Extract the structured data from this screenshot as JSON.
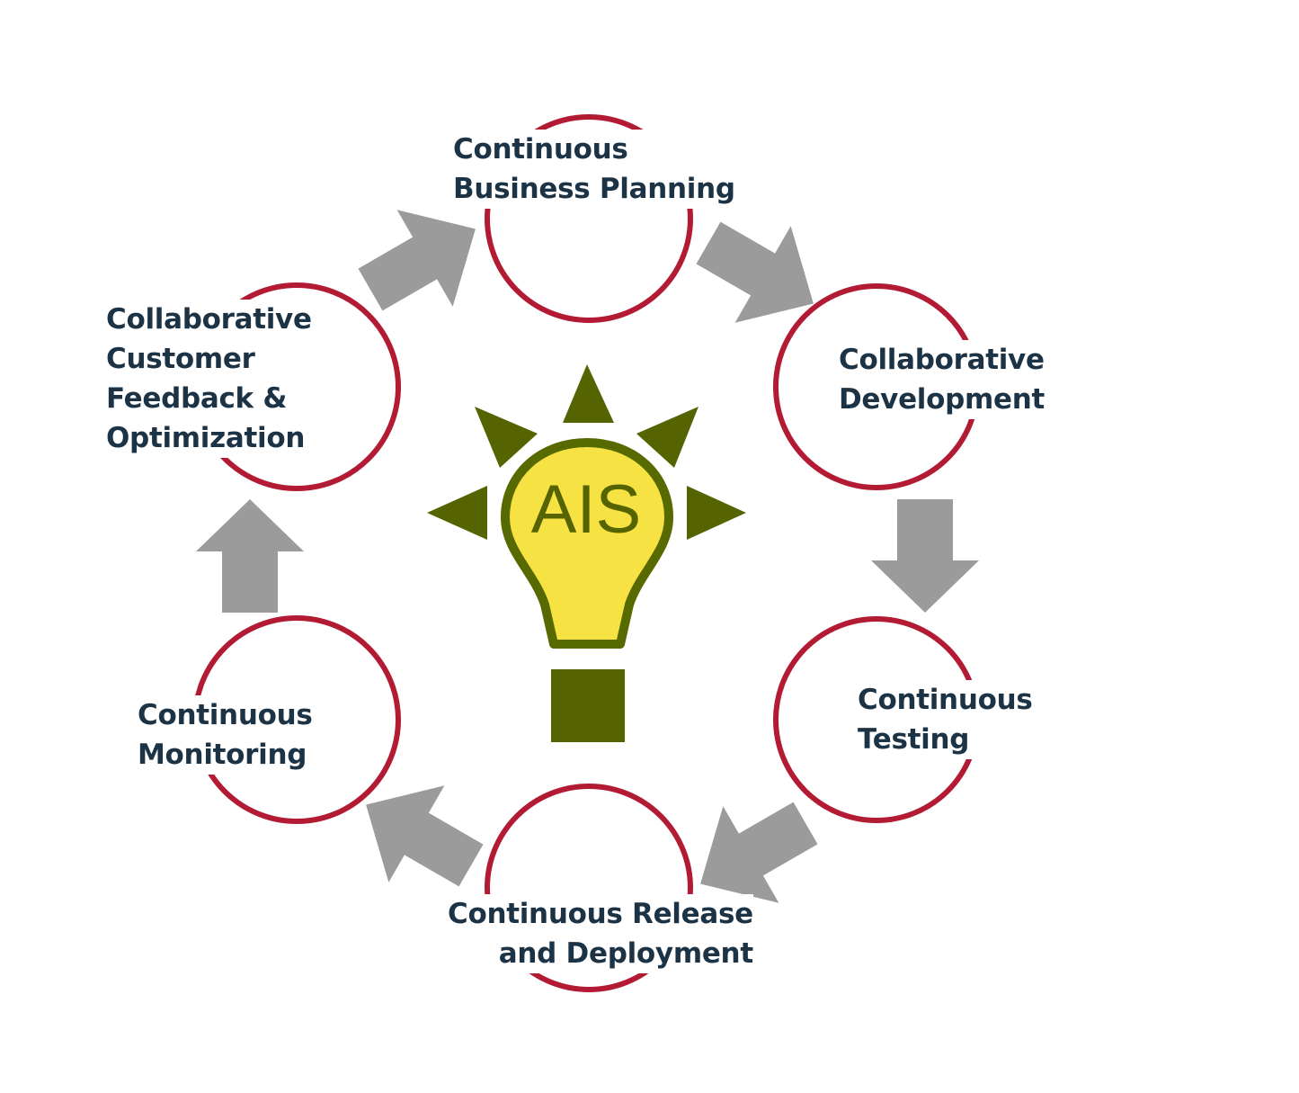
{
  "diagram": {
    "center_label": "AIS",
    "stages": [
      {
        "id": "business-planning",
        "lines": [
          "Continuous",
          "Business Planning"
        ]
      },
      {
        "id": "collaborative-development",
        "lines": [
          "Collaborative",
          "Development"
        ]
      },
      {
        "id": "continuous-testing",
        "lines": [
          "Continuous",
          "Testing"
        ]
      },
      {
        "id": "release-deployment",
        "lines": [
          "Continuous Release",
          "and Deployment"
        ]
      },
      {
        "id": "continuous-monitoring",
        "lines": [
          "Continuous",
          "Monitoring"
        ]
      },
      {
        "id": "customer-feedback",
        "lines": [
          "Collaborative",
          "Customer",
          "Feedback &",
          "Optimization"
        ]
      }
    ],
    "colors": {
      "ring": "#b31b34",
      "arrow": "#9b9b9b",
      "label_text": "#1c3346",
      "bulb_fill": "#f7e244",
      "bulb_outline": "#566a00",
      "rays": "#556400"
    }
  }
}
